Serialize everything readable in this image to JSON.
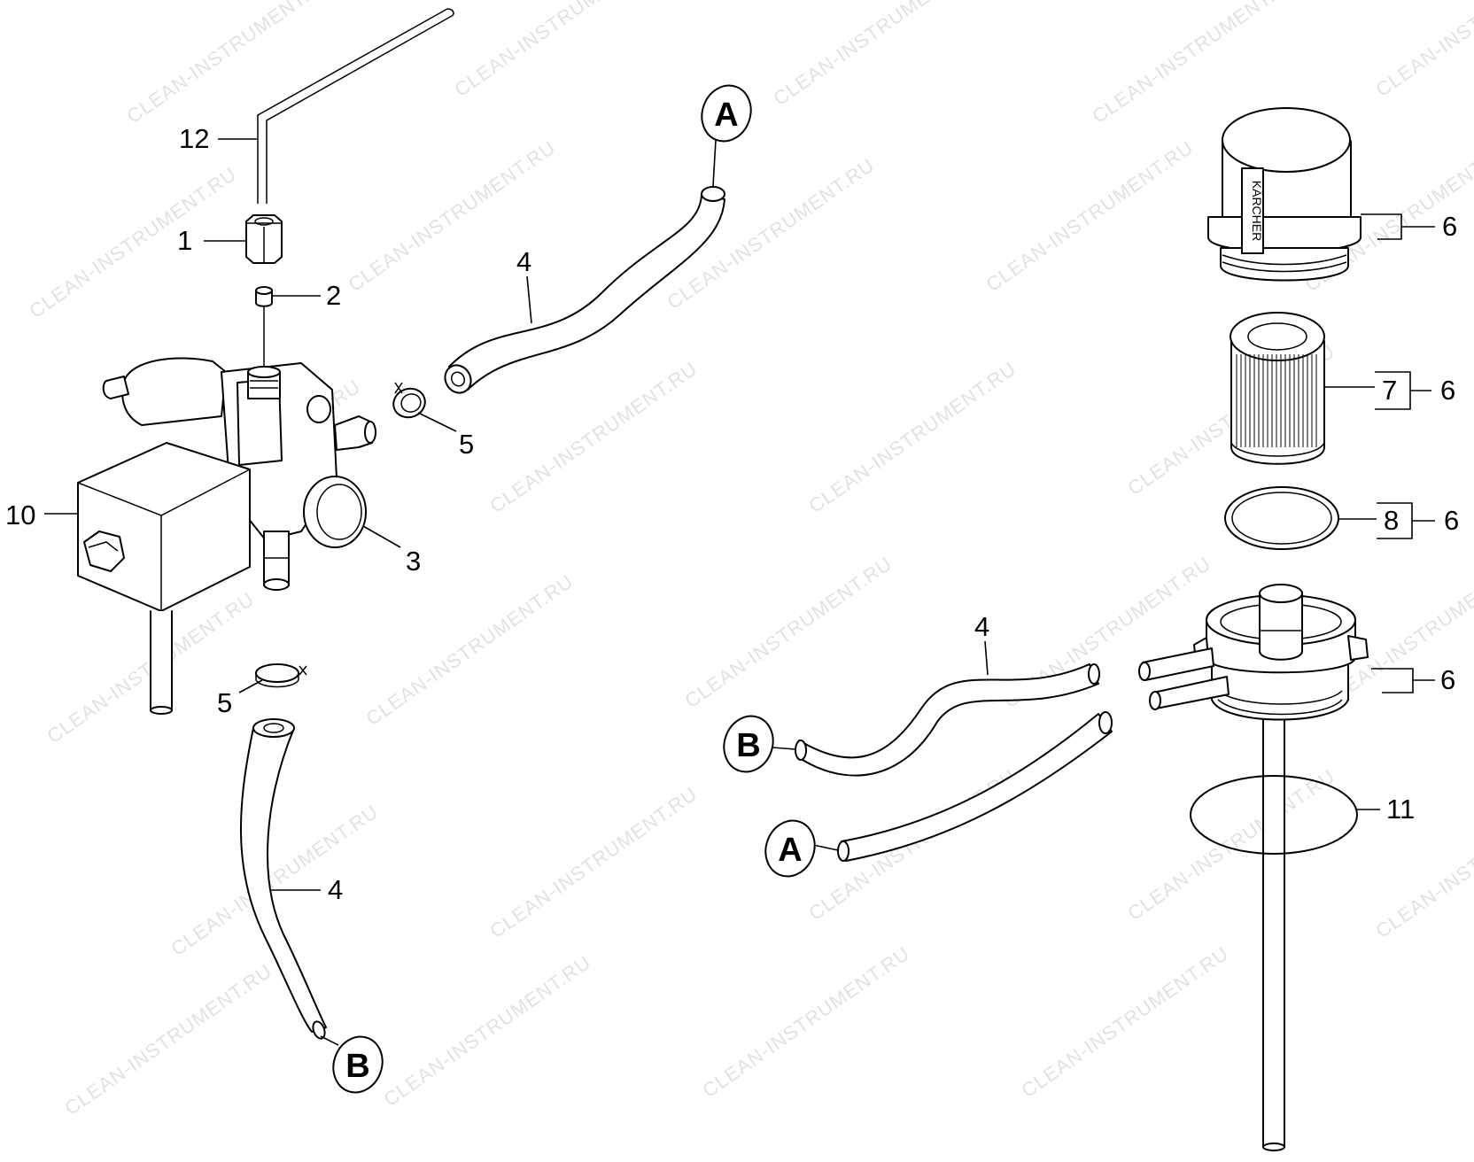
{
  "watermark": "CLEAN-INSTRUMENT.RU",
  "brand": "KÄRCHER",
  "connectors": {
    "a": "A",
    "b": "B"
  },
  "labels": {
    "n1": "1",
    "n2": "2",
    "n3": "3",
    "n4": "4",
    "n5": "5",
    "n6": "6",
    "n7": "7",
    "n8": "8",
    "n10": "10",
    "n11": "11",
    "n12": "12"
  },
  "colors": {
    "ink": "#000000",
    "watermark": "#e2e2e2",
    "paper": "#ffffff"
  }
}
